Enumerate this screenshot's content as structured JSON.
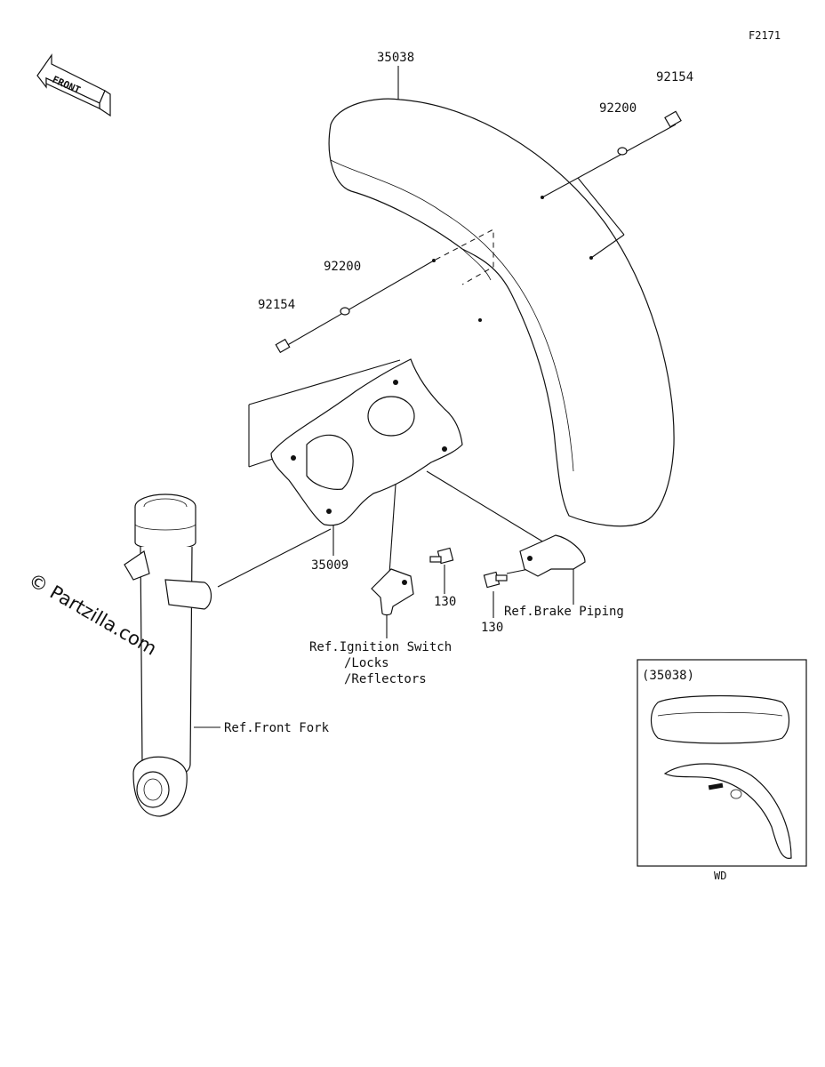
{
  "diagram": {
    "code": "F2171",
    "front_label": "FRONT",
    "watermark": "© Partzilla.com",
    "callouts": {
      "fender_front": "35038",
      "bolt_upper": "92154",
      "washer_upper": "92200",
      "washer_left": "92200",
      "bolt_left": "92154",
      "bracket": "35009",
      "bolt_130_a": "130",
      "bolt_130_b": "130"
    },
    "references": {
      "brake_piping": "Ref.Brake Piping",
      "ignition_line1": "Ref.Ignition Switch",
      "ignition_line2": "/Locks",
      "ignition_line3": "/Reflectors",
      "front_fork": "Ref.Front Fork"
    },
    "inset": {
      "title": "(35038)",
      "caption": "WD"
    }
  }
}
